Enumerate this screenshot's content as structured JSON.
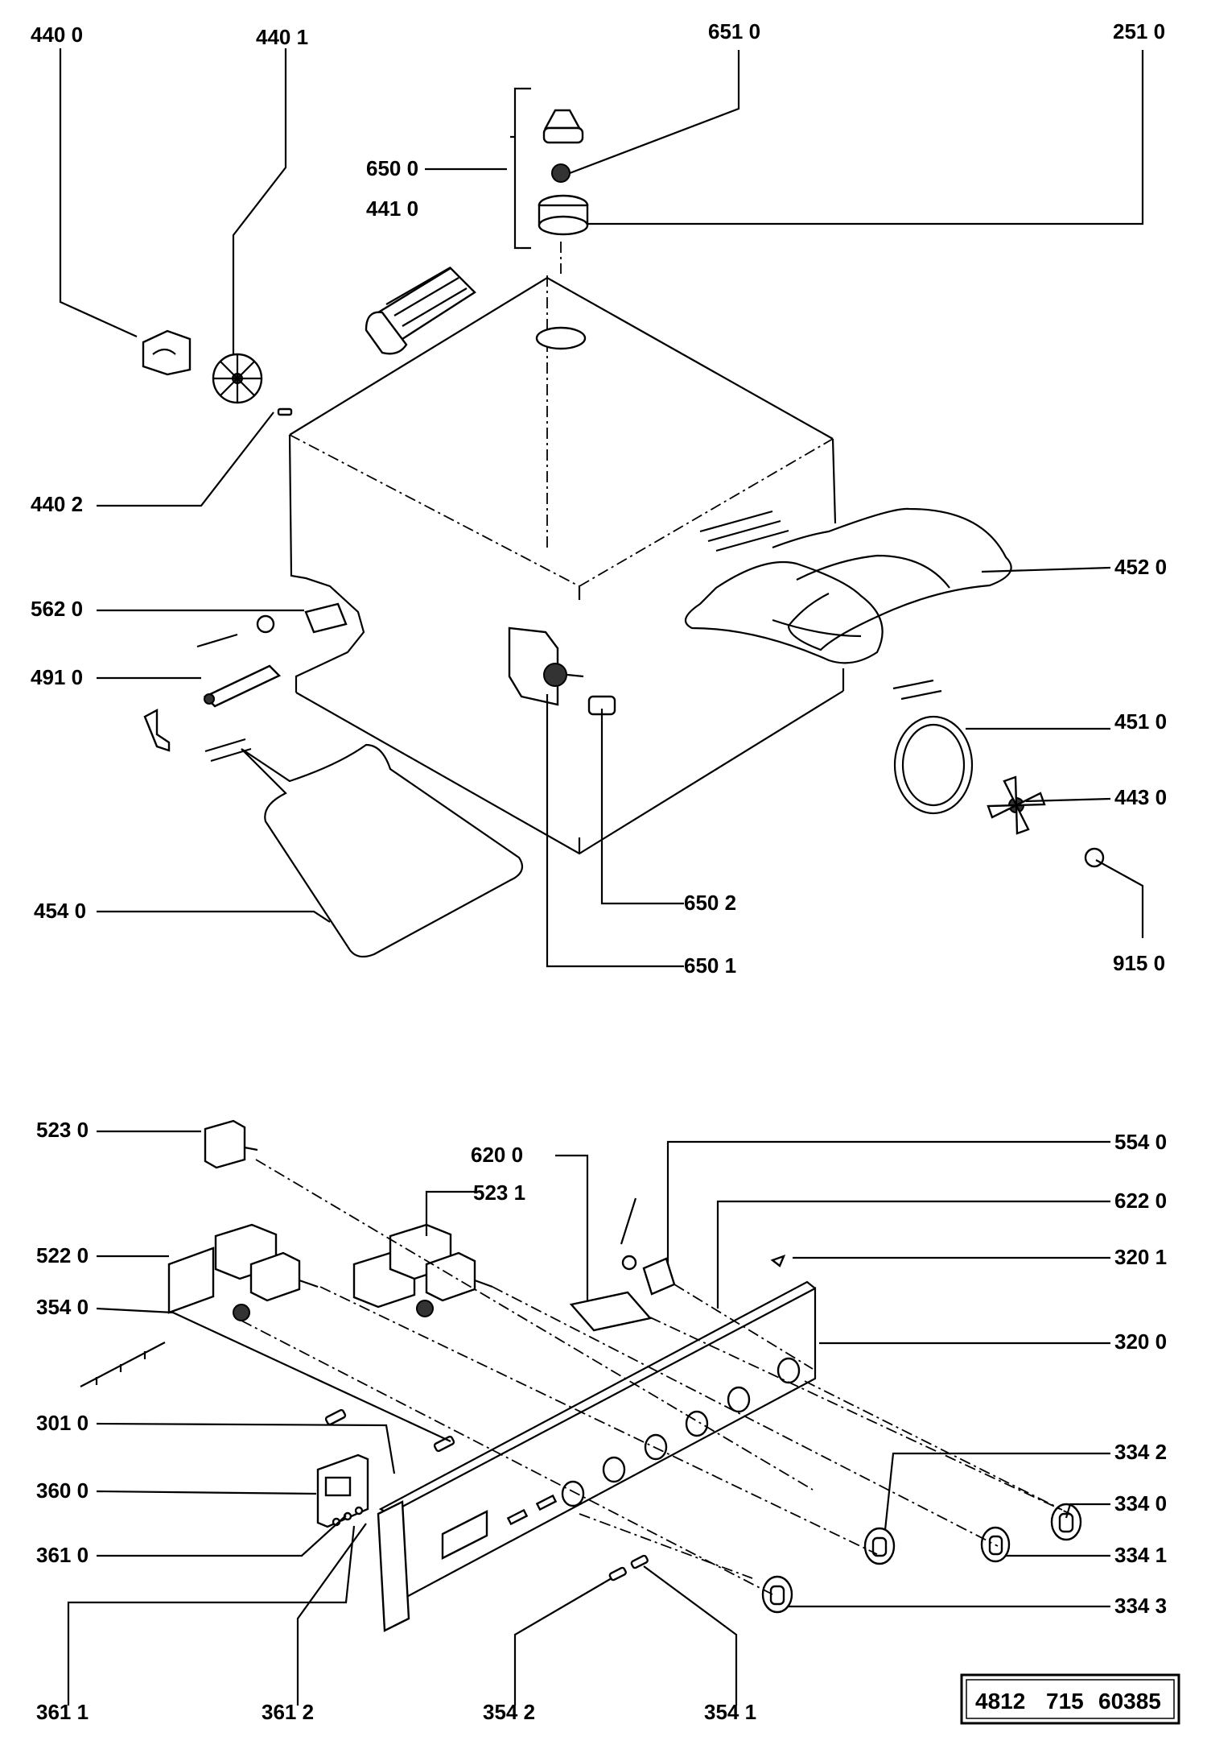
{
  "labels": {
    "l4400": "440 0",
    "l4401": "440 1",
    "l6510": "651 0",
    "l2510": "251 0",
    "l6500": "650 0",
    "l4410": "441 0",
    "l4402": "440 2",
    "l4520": "452 0",
    "l5620": "562 0",
    "l4910": "491 0",
    "l4510": "451 0",
    "l4430": "443 0",
    "l4540": "454 0",
    "l6502": "650 2",
    "l6501": "650 1",
    "l9150": "915 0",
    "l5230": "523 0",
    "l6200": "620 0",
    "l5540": "554 0",
    "l5231": "523 1",
    "l6220": "622 0",
    "l5220": "522 0",
    "l3201": "320 1",
    "l3540": "354 0",
    "l3200": "320 0",
    "l3010": "301 0",
    "l3342": "334 2",
    "l3600": "360 0",
    "l3340": "334 0",
    "l3610": "361 0",
    "l3341": "334 1",
    "l3343": "334 3",
    "l3611": "361 1",
    "l3612": "361 2",
    "l3542": "354 2",
    "l3541": "354 1"
  },
  "doc_code": {
    "a": "4812",
    "b": "715",
    "c": "60385"
  }
}
